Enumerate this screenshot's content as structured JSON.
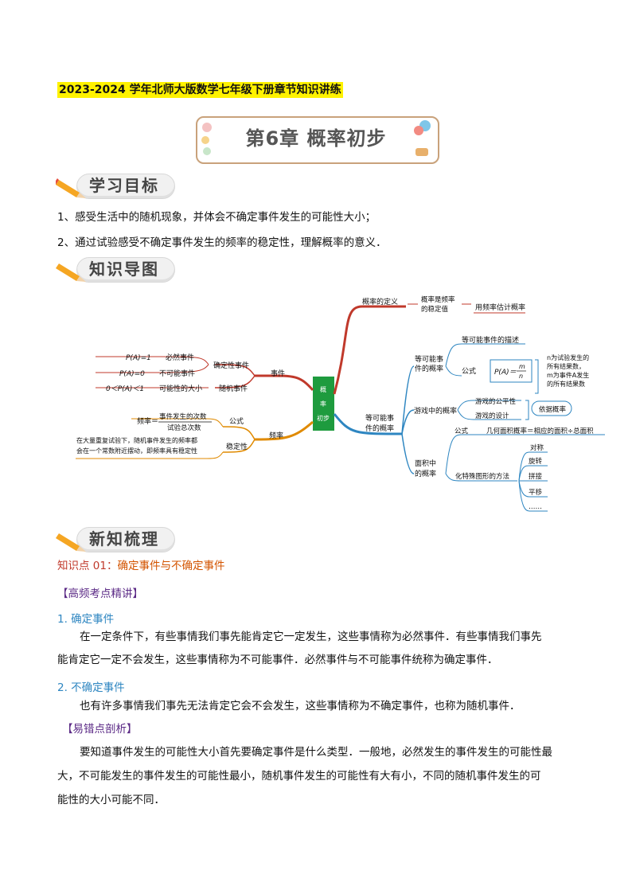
{
  "header": {
    "title": "2023-2024 学年北师大版数学七年级下册章节知识讲练"
  },
  "chapter": {
    "title": "第6章 概率初步"
  },
  "sections": {
    "goals": "学习目标",
    "mindmap": "知识导图",
    "new_knowledge": "新知梳理"
  },
  "goals": [
    "1、感受生活中的随机现象，并体会不确定事件发生的可能性大小；",
    "2、通过试验感受不确定事件发生的频率的稳定性，理解概率的意义．"
  ],
  "mindmap": {
    "center": "概率初步",
    "left": {
      "event": "事件",
      "certain_event": "确定性事件",
      "random_event": "随机事件",
      "must": "必然事件",
      "impossible": "不可能事件",
      "possibility_size": "可能性的大小",
      "p_one": "P(A)=1",
      "p_zero": "P(A)=0",
      "p_range": "0＜P(A)＜1",
      "frequency": "频率",
      "formula": "公式",
      "stability": "稳定性",
      "freq_formula_label": "频率＝",
      "freq_num": "事件发生的次数",
      "freq_den": "试验总次数",
      "stability_text_1": "在大量重复试验下，随机事件发生的频率都",
      "stability_text_2": "会在一个常数附近摆动，即频率具有稳定性"
    },
    "right": {
      "definition": "概率的定义",
      "freq_stable_1": "概率是频率",
      "freq_stable_2": "的稳定值",
      "estimate": "用频率估计概率",
      "equally_1": "等可能事",
      "equally_2": "件的概率",
      "equally_3": "等可能事",
      "equally_4": "件的概率",
      "description": "等可能事件的描述",
      "formula": "公式",
      "p_formula_num": "m",
      "p_formula_den": "n",
      "p_formula_lhs": "P(A)＝",
      "note_1": "n为试验发生的",
      "note_2": "所有结果数，",
      "note_3": "m为事件A发生",
      "note_4": "的所有结果数",
      "game_prob": "游戏中的概率",
      "game_fair": "游戏的公平性",
      "game_design": "游戏的设计",
      "basis": "依据概率",
      "area_1": "面积中",
      "area_2": "的概率",
      "area_formula": "公式",
      "area_formula_text": "几何面积概率＝相应的面积÷总面积",
      "transform": "化特殊图形的方法",
      "symmetry": "对称",
      "rotation": "旋转",
      "splice": "拼接",
      "translation": "平移",
      "etc": "……"
    }
  },
  "knowledge_point": {
    "prefix": "知识点 01：",
    "title": "确定事件与不确定事件"
  },
  "subsections": {
    "high_freq": "【高频考点精讲】",
    "certain_title": "1. 确定事件",
    "certain_text_1": "在一定条件下，有些事情我们事先能肯定它一定发生，这些事情称为必然事件．有些事情我们事先",
    "certain_text_2": "能肯定它一定不会发生，这些事情称为不可能事件．必然事件与不可能事件统称为确定事件．",
    "uncertain_title": "2. 不确定事件",
    "uncertain_text": "也有许多事情我们事先无法肯定它会不会发生，这些事情称为不确定事件，也称为随机事件．",
    "error_title": "【易错点剖析】",
    "error_text_1": "要知道事件发生的可能性大小首先要确定事件是什么类型．一般地，必然发生的事件发生的可能性最",
    "error_text_2": "大，不可能发生的事件发生的可能性最小，随机事件发生的可能性有大有小，不同的随机事件发生的可",
    "error_text_3": "能性的大小可能不同．"
  },
  "colors": {
    "mindmap_red": "#c0392b",
    "mindmap_blue": "#2e86c1",
    "mindmap_orange": "#e08a00",
    "center_green": "#1e9b3e"
  }
}
